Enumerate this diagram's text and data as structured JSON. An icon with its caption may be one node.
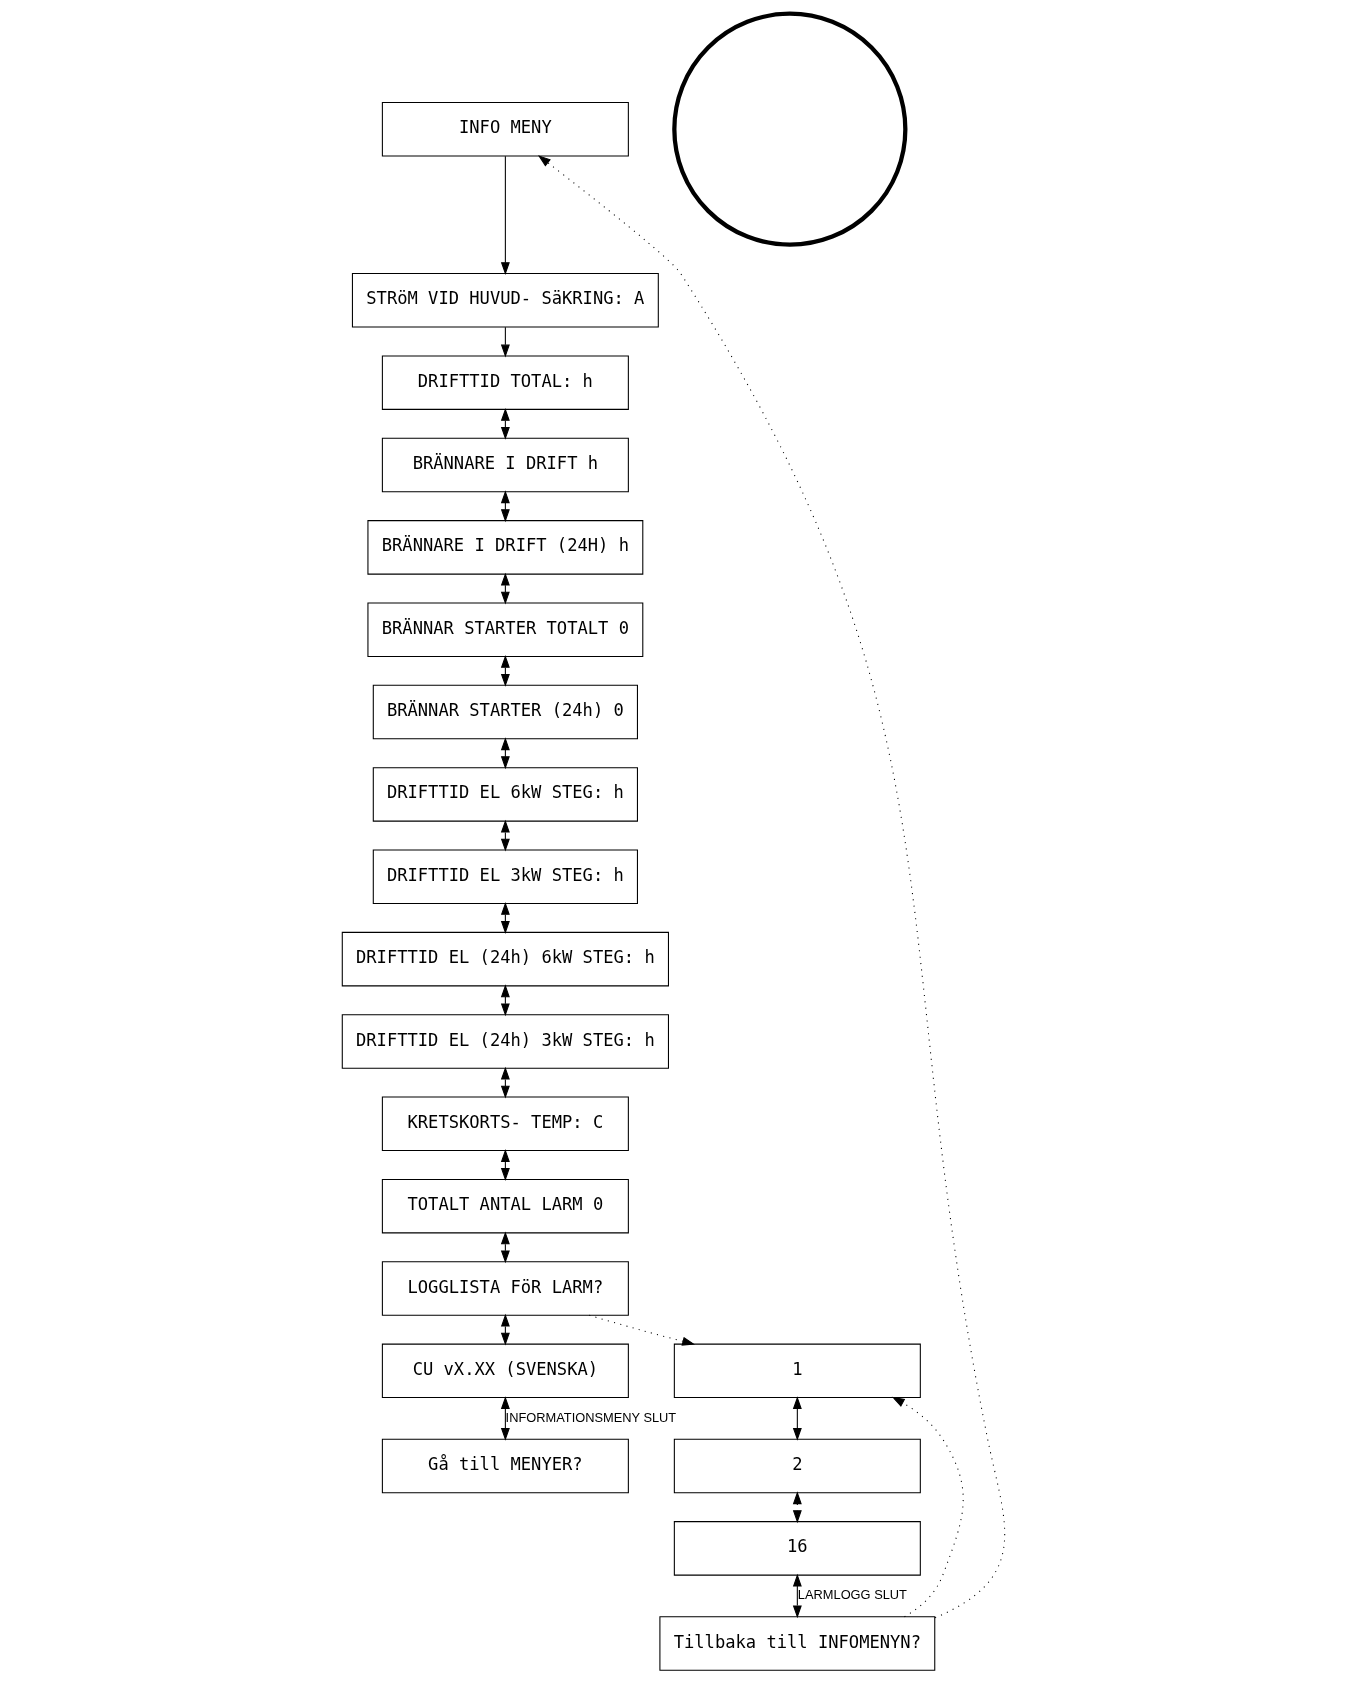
{
  "diagram": {
    "nodes": [
      {
        "text": [
          "INFO MENY"
        ]
      },
      {
        "text": [
          "STRöM VID HUVUD- SäKRING: A"
        ]
      },
      {
        "text": [
          "DRIFTTID TOTAL: h"
        ]
      },
      {
        "text": [
          "BRÄNNARE I DRIFT h"
        ]
      },
      {
        "text": [
          "BRÄNNARE I DRIFT (24H) h"
        ]
      },
      {
        "text": [
          "BRÄNNAR STARTER TOTALT 0"
        ]
      },
      {
        "text": [
          "BRÄNNAR STARTER (24h) 0"
        ]
      },
      {
        "text": [
          "DRIFTTID EL 6kW STEG: h"
        ]
      },
      {
        "text": [
          "DRIFTTID EL 3kW STEG: h"
        ]
      },
      {
        "text": [
          "DRIFTTID EL (24h) 6kW STEG: h"
        ]
      },
      {
        "text": [
          "DRIFTTID EL (24h) 3kW STEG: h"
        ]
      },
      {
        "text": [
          "KRETSKORTS- TEMP: C"
        ]
      },
      {
        "text": [
          "TOTALT ANTAL LARM 0"
        ]
      },
      {
        "text": [
          "LOGGLISTA FöR LARM?"
        ]
      },
      {
        "text": [
          "CU vX.XX (SVENSKA)"
        ]
      },
      {
        "text": [
          "Gå till MENYER?"
        ]
      },
      {
        "text": [
          "1"
        ]
      },
      {
        "text": [
          "2"
        ]
      },
      {
        "text": [
          "16"
        ]
      },
      {
        "text": [
          "Tillbaka till INFOMENYN?"
        ]
      },
      {
        "text": [],
        "shape": "circle"
      }
    ],
    "edges": [
      {
        "from": 0,
        "to": 1,
        "arrow": "to"
      },
      {
        "from": 1,
        "to": 2,
        "arrow": "to"
      },
      {
        "from": 2,
        "to": 3,
        "arrow": "both"
      },
      {
        "from": 3,
        "to": 4,
        "arrow": "both"
      },
      {
        "from": 4,
        "to": 5,
        "arrow": "both"
      },
      {
        "from": 5,
        "to": 6,
        "arrow": "both"
      },
      {
        "from": 6,
        "to": 7,
        "arrow": "both"
      },
      {
        "from": 7,
        "to": 8,
        "arrow": "both"
      },
      {
        "from": 8,
        "to": 9,
        "arrow": "both"
      },
      {
        "from": 9,
        "to": 10,
        "arrow": "both"
      },
      {
        "from": 10,
        "to": 11,
        "arrow": "both"
      },
      {
        "from": 11,
        "to": 12,
        "arrow": "both"
      },
      {
        "from": 12,
        "to": 13,
        "arrow": "both"
      },
      {
        "from": 13,
        "to": 14,
        "arrow": "both"
      },
      {
        "from": 14,
        "to": 15,
        "arrow": "both",
        "label": "INFORMATIONSMENY SLUT"
      },
      {
        "from": 13,
        "to": 16,
        "arrow": "to",
        "style": "dashed"
      },
      {
        "from": 16,
        "to": 17,
        "arrow": "both"
      },
      {
        "from": 17,
        "to": 18,
        "arrow": "both",
        "style": "dashed"
      },
      {
        "from": 18,
        "to": 19,
        "arrow": "both",
        "label": "LARMLOGG SLUT"
      },
      {
        "from": 19,
        "to": 16,
        "arrow": "to",
        "style": "dashed"
      },
      {
        "from": 19,
        "to": 0,
        "arrow": "to",
        "style": "dashed"
      }
    ]
  }
}
